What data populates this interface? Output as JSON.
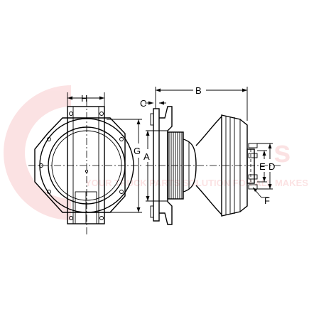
{
  "watermark": {
    "brand_color": "#e8292e",
    "tagline": "YOUR TRUCK PARTS SOLUTION FOR ALL MAKES & MODELS & MORE"
  },
  "dimensions": {
    "A": "A",
    "B": "B",
    "C": "C",
    "D": "D",
    "E": "E",
    "F": "F",
    "G": "G",
    "H": "H"
  }
}
